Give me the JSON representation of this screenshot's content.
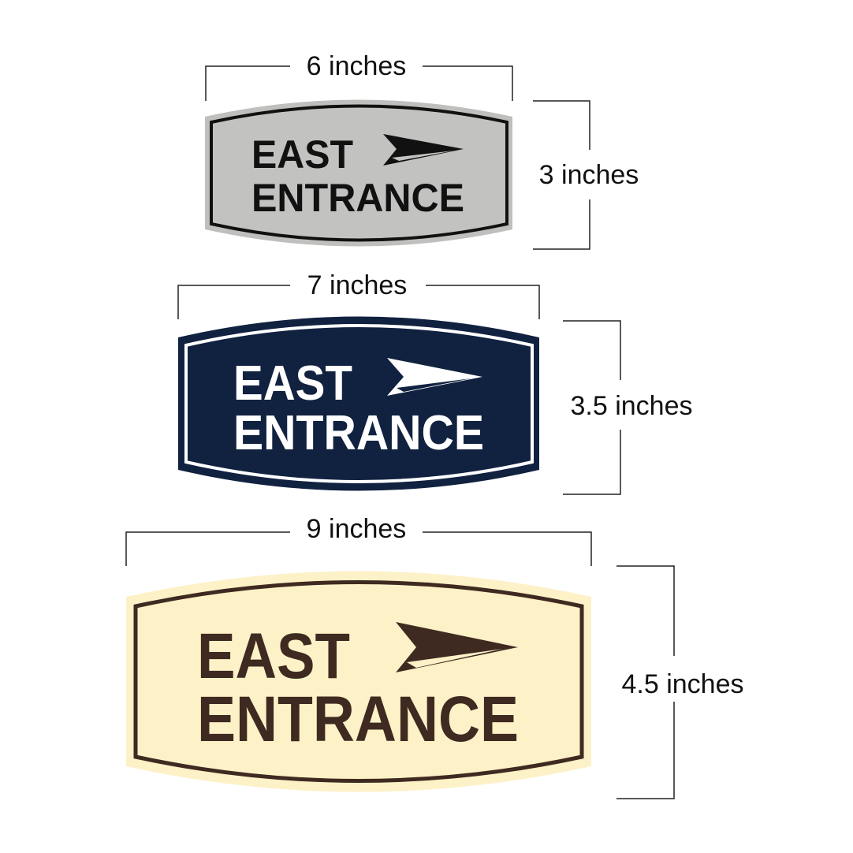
{
  "signs": [
    {
      "line1": "EAST",
      "line2": "ENTRANCE",
      "width_label": "6 inches",
      "height_label": "3 inches",
      "colors": {
        "outer": "#bfc0bd",
        "panel": "#c2c3c0",
        "border": "#111111",
        "text": "#111111",
        "arrow_fill": "#111111",
        "arrow_cut": "#c2c3c0"
      }
    },
    {
      "line1": "EAST",
      "line2": "ENTRANCE",
      "width_label": "7 inches",
      "height_label": "3.5 inches",
      "colors": {
        "outer": "#112240",
        "panel": "#112240",
        "border": "#ffffff",
        "text": "#ffffff",
        "arrow_fill": "#ffffff",
        "arrow_cut": "#112240"
      }
    },
    {
      "line1": "EAST",
      "line2": "ENTRANCE",
      "width_label": "9 inches",
      "height_label": "4.5 inches",
      "colors": {
        "outer": "#fdf1c7",
        "panel": "#fdf1c7",
        "border": "#3f2a21",
        "text": "#3f2a21",
        "arrow_fill": "#3f2a21",
        "arrow_cut": "#fdf1c7"
      }
    }
  ]
}
